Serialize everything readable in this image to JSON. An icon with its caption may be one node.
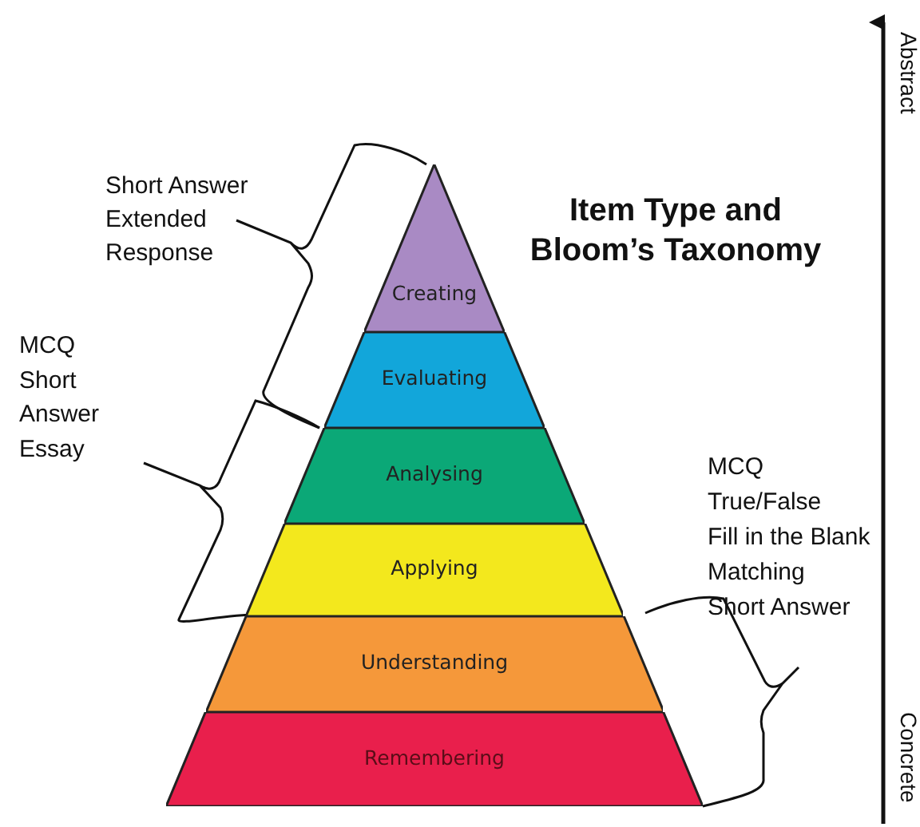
{
  "diagram": {
    "title": "Item Type and Bloom’s Taxonomy",
    "nodes": [
      {
        "text": [
          "Creating"
        ]
      },
      {
        "text": [
          "Evaluating"
        ]
      },
      {
        "text": [
          "Analysing"
        ]
      },
      {
        "text": [
          "Applying"
        ]
      },
      {
        "text": [
          "Understanding"
        ]
      },
      {
        "text": [
          "Remembering"
        ]
      }
    ],
    "edges": [],
    "labels": [
      "Short Answer",
      "Extended Response",
      "MCQ",
      "Short Answer",
      "Essay",
      "MCQ",
      "True/False",
      "Fill in the Blank",
      "Matching",
      "Short Answer",
      "Abstract",
      "Concrete"
    ]
  }
}
